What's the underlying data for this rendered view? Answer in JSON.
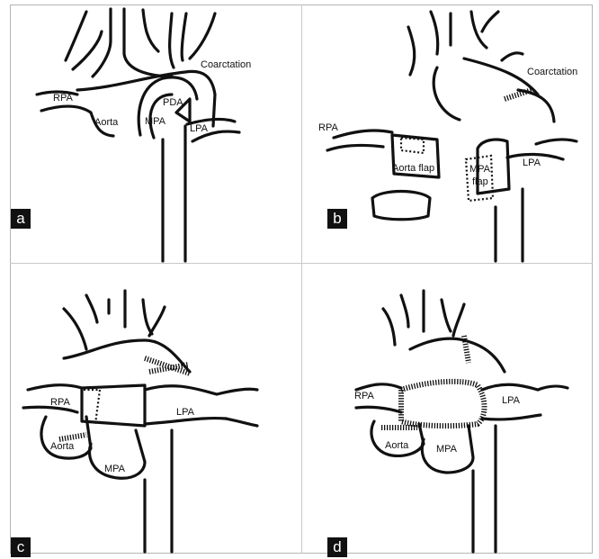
{
  "panels": [
    {
      "letter": "a",
      "labels": {
        "coarctation": "Coarctation",
        "rpa": "RPA",
        "aorta": "Aorta",
        "pda": "PDA",
        "mpa": "MPA",
        "lpa": "LPA"
      }
    },
    {
      "letter": "b",
      "labels": {
        "coarctation": "Coarctation",
        "rpa": "RPA",
        "aorta_flap": "Aorta flap",
        "mpa_flap_1": "MPA",
        "mpa_flap_2": "flap",
        "lpa": "LPA"
      }
    },
    {
      "letter": "c",
      "labels": {
        "rpa": "RPA",
        "aorta": "Aorta",
        "mpa": "MPA",
        "lpa": "LPA"
      }
    },
    {
      "letter": "d",
      "labels": {
        "rpa": "RPA",
        "aorta": "Aorta",
        "mpa": "MPA",
        "lpa": "LPA"
      }
    }
  ]
}
